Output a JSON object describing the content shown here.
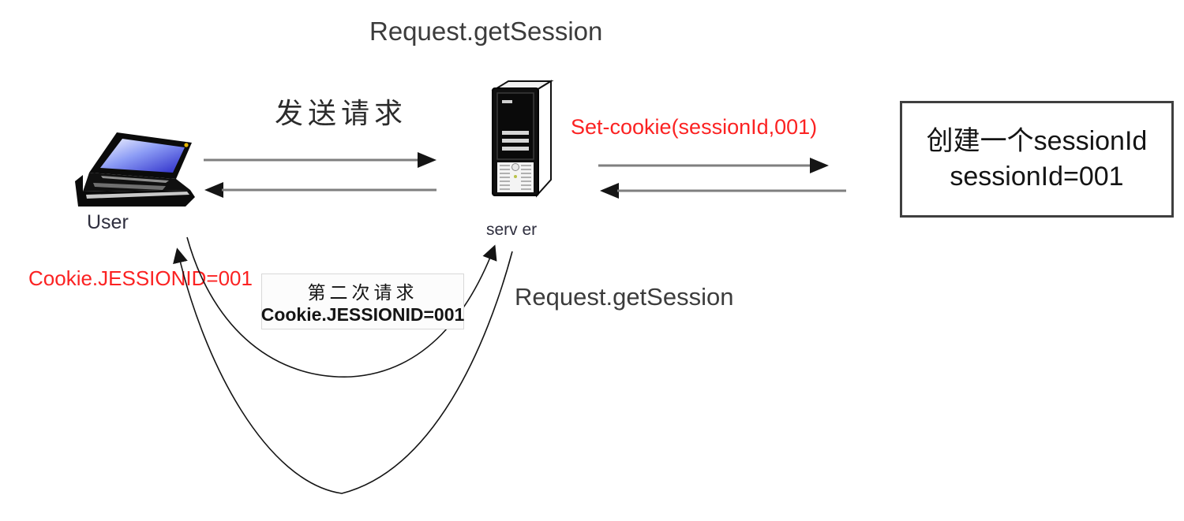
{
  "title": "Request.getSession",
  "colors": {
    "red": "#fb2222",
    "arrow_gray": "#7f7f7f",
    "ink": "#262626"
  },
  "user": {
    "label": "User"
  },
  "server": {
    "label": "serv er"
  },
  "flow_send": {
    "label": "发送请求"
  },
  "flow_set_cookie": {
    "label": "Set-cookie(sessionId,001)"
  },
  "create_box": {
    "line1": "创建一个sessionId",
    "line2": "sessionId=001"
  },
  "cookie_note": {
    "label": "Cookie.JESSIONID=001"
  },
  "second_request_box": {
    "line1": "第二次请求",
    "line2": "Cookie.JESSIONID=001"
  },
  "get_session_note": {
    "label": "Request.getSession"
  }
}
